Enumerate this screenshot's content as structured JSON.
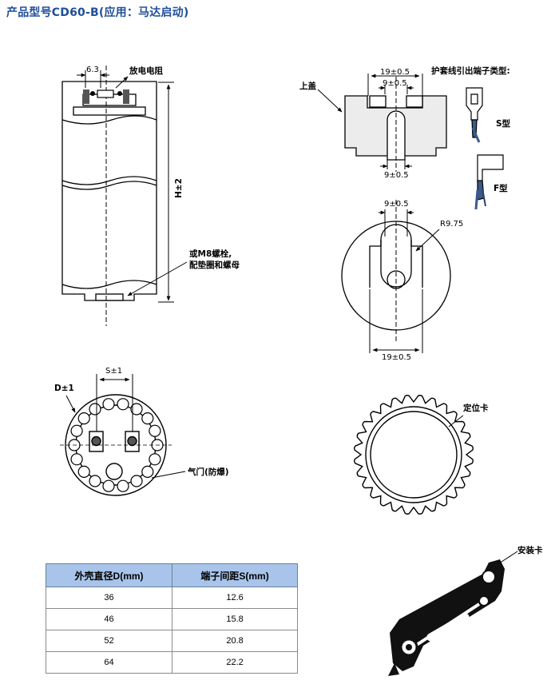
{
  "title": "产品型号CD60-B(应用：马达启动)",
  "labels": {
    "width_63": "6.3",
    "discharge_resistor": "放电电阻",
    "height": "H±2",
    "bolt_line1": "或M8螺栓,",
    "bolt_line2": "配垫圈和螺母",
    "top_cover": "上盖",
    "top_dim_outer": "19±0.5",
    "top_dim_inner": "9±0.5",
    "top_dim_bottom": "9±0.5",
    "terminal_types": "护套线引出端子类型:",
    "s_type": "S型",
    "f_type": "F型",
    "circle_top_dim": "9±0.5",
    "radius": "R9.75",
    "circle_bottom_dim": "19±0.5",
    "diameter": "D±1",
    "spacing": "S±1",
    "vent": "气门(防爆)",
    "locating_clip": "定位卡",
    "mounting_clip": "安装卡"
  },
  "table": {
    "headers": [
      "外壳直径D(mm)",
      "端子间距S(mm)"
    ],
    "rows": [
      [
        "36",
        "12.6"
      ],
      [
        "46",
        "15.8"
      ],
      [
        "52",
        "20.8"
      ],
      [
        "64",
        "22.2"
      ]
    ]
  }
}
